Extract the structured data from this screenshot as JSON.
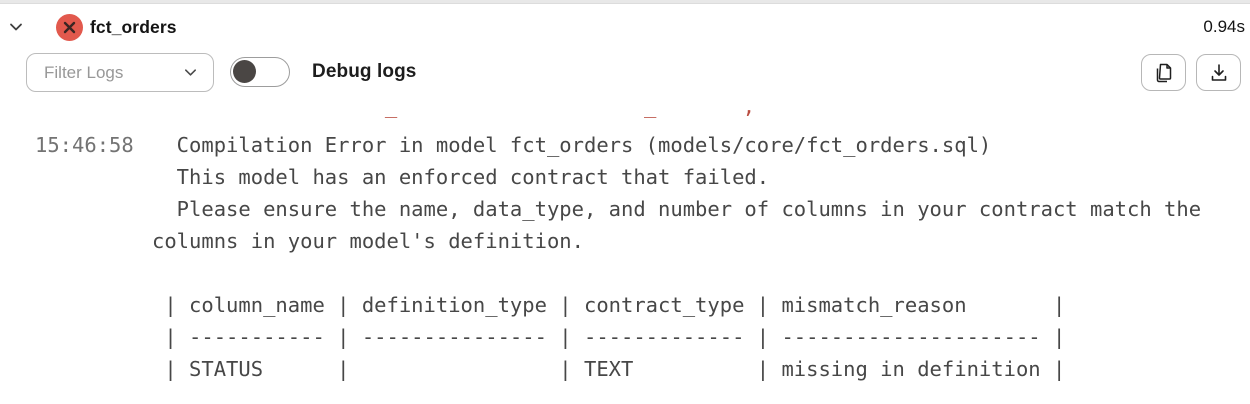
{
  "header": {
    "model_name": "fct_orders",
    "duration": "0.94s",
    "status": "error"
  },
  "toolbar": {
    "filter_label": "Filter Logs",
    "debug_toggle_label": "Debug logs",
    "debug_toggle_on": false
  },
  "icons": {
    "collapse": "chevron-down",
    "status": "error-x-circle",
    "filter": "chevron-down",
    "copy": "copy-pages",
    "download": "download-tray"
  },
  "colors": {
    "error_badge": "#e2594d",
    "error_fragment_text": "#b94c40",
    "log_text": "#474747",
    "timestamp_text": "#737373",
    "top_border": "#e8e8e8"
  },
  "log": {
    "timestamp": "15:46:58",
    "clipped_line_fragment": "                 _                    _       ,",
    "lines": [
      "  Compilation Error in model fct_orders (models/core/fct_orders.sql)",
      "  This model has an enforced contract that failed.",
      "  Please ensure the name, data_type, and number of columns in your contract match the",
      "columns in your model's definition.",
      "",
      " | column_name | definition_type | contract_type | mismatch_reason       |",
      " | ----------- | --------------- | ------------- | --------------------- |",
      " | STATUS      |                 | TEXT          | missing in definition |"
    ]
  }
}
